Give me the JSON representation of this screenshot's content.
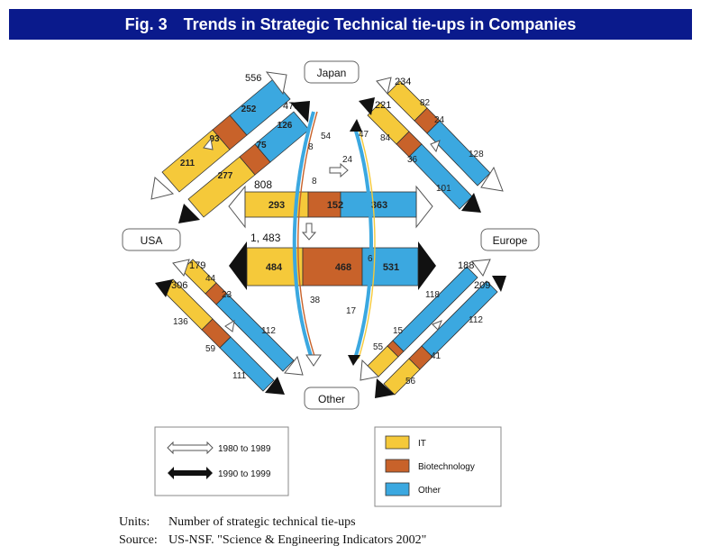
{
  "title": "Fig. 3 Trends in Strategic Technical tie-ups in Companies",
  "regions": {
    "japan": "Japan",
    "usa": "USA",
    "europe": "Europe",
    "other": "Other"
  },
  "colors": {
    "it": "#f5c93a",
    "bio": "#c8622a",
    "other": "#3ba8e0",
    "title_bg": "#0a1a8c"
  },
  "legend": {
    "period_1980": "1980 to 1989",
    "period_1990": "1990 to 1999",
    "it": "IT",
    "bio": "Biotechnology",
    "other": "Other"
  },
  "flows": {
    "usa_europe": {
      "total_1980": "808",
      "total_1990": "1, 483",
      "it_1980": "293",
      "bio_1980": "152",
      "other_1980": "363",
      "it_1990": "484",
      "bio_1990": "468",
      "other_1990": "531"
    },
    "usa_japan": {
      "total_1980": "556",
      "total_1990": "478",
      "it_1980": "211",
      "bio_1980": "93",
      "other_1980": "252",
      "it_1990": "277",
      "bio_1990": "75",
      "other_1990": "126"
    },
    "japan_europe": {
      "total_1980": "234",
      "total_1990": "221",
      "it_1980": "82",
      "bio_1980": "24",
      "other_1980": "128",
      "it_1990": "84",
      "bio_1990": "36",
      "other_1990": "101"
    },
    "usa_other": {
      "total_1980": "179",
      "total_1990": "306",
      "it_1980": "44",
      "bio_1980": "23",
      "other_1980": "112",
      "it_1990": "136",
      "bio_1990": "59",
      "other_1990": "111"
    },
    "europe_other": {
      "total_1980": "188",
      "total_1990": "209",
      "it_1980": "55",
      "bio_1980": "15",
      "other_1980": "118",
      "it_1990": "56",
      "bio_1990": "41",
      "other_1990": "112"
    },
    "japan_other": {
      "l1": "8",
      "l2": "54",
      "l3": "8",
      "l4": "38"
    },
    "japan_other_b": {
      "l1": "47",
      "l2": "24",
      "l3": "6",
      "l4": "17"
    }
  },
  "footer": {
    "units_key": "Units:",
    "units_val": "Number of strategic technical tie-ups",
    "source_key": "Source:",
    "source_val": "US-NSF. \"Science & Engineering Indicators 2002\""
  }
}
